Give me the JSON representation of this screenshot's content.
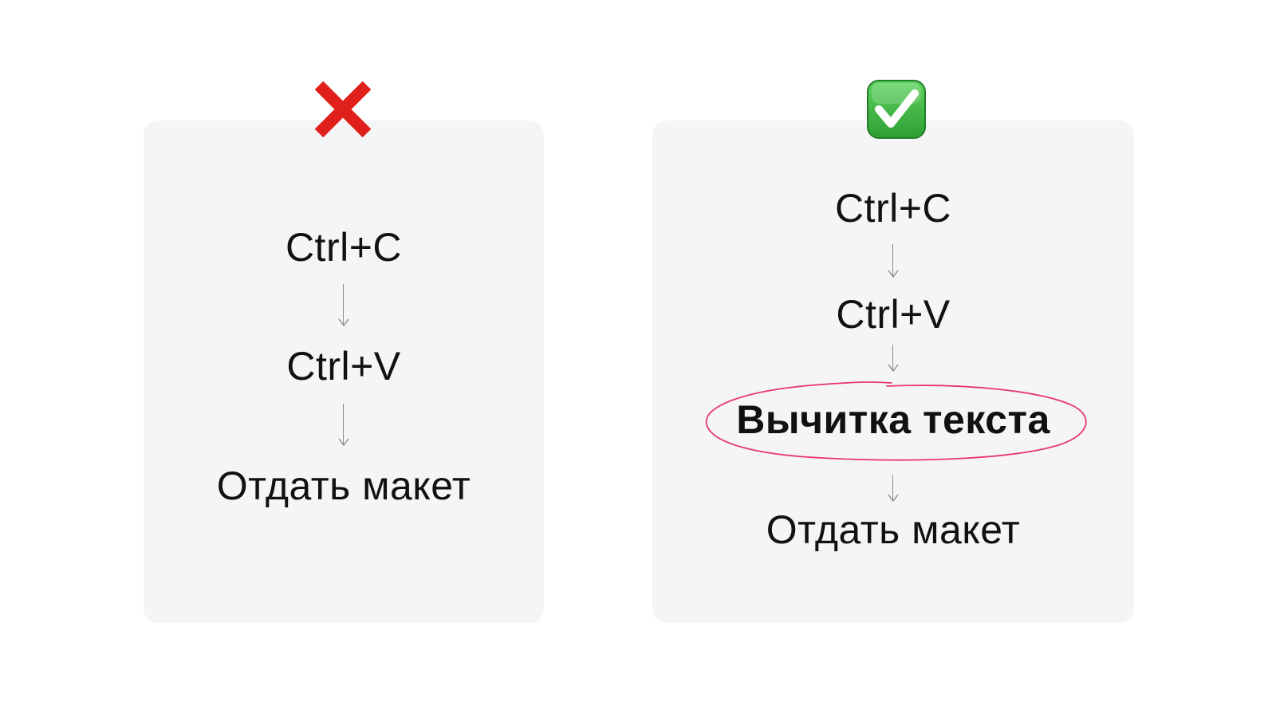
{
  "wrong_flow": {
    "steps": [
      "Ctrl+C",
      "Ctrl+V",
      "Отдать макет"
    ]
  },
  "right_flow": {
    "steps": [
      "Ctrl+C",
      "Ctrl+V",
      "Вычитка текста",
      "Отдать макет"
    ]
  },
  "icons": {
    "wrong": "cross-mark-icon",
    "right": "check-mark-button-icon"
  },
  "colors": {
    "card_background": "#f5f5f5",
    "cross_mark": "#e0201b",
    "check_mark_button": "#3ab53a",
    "highlight_ellipse": "#e8347a",
    "arrow": "#8a8a8a",
    "text": "#111111"
  }
}
